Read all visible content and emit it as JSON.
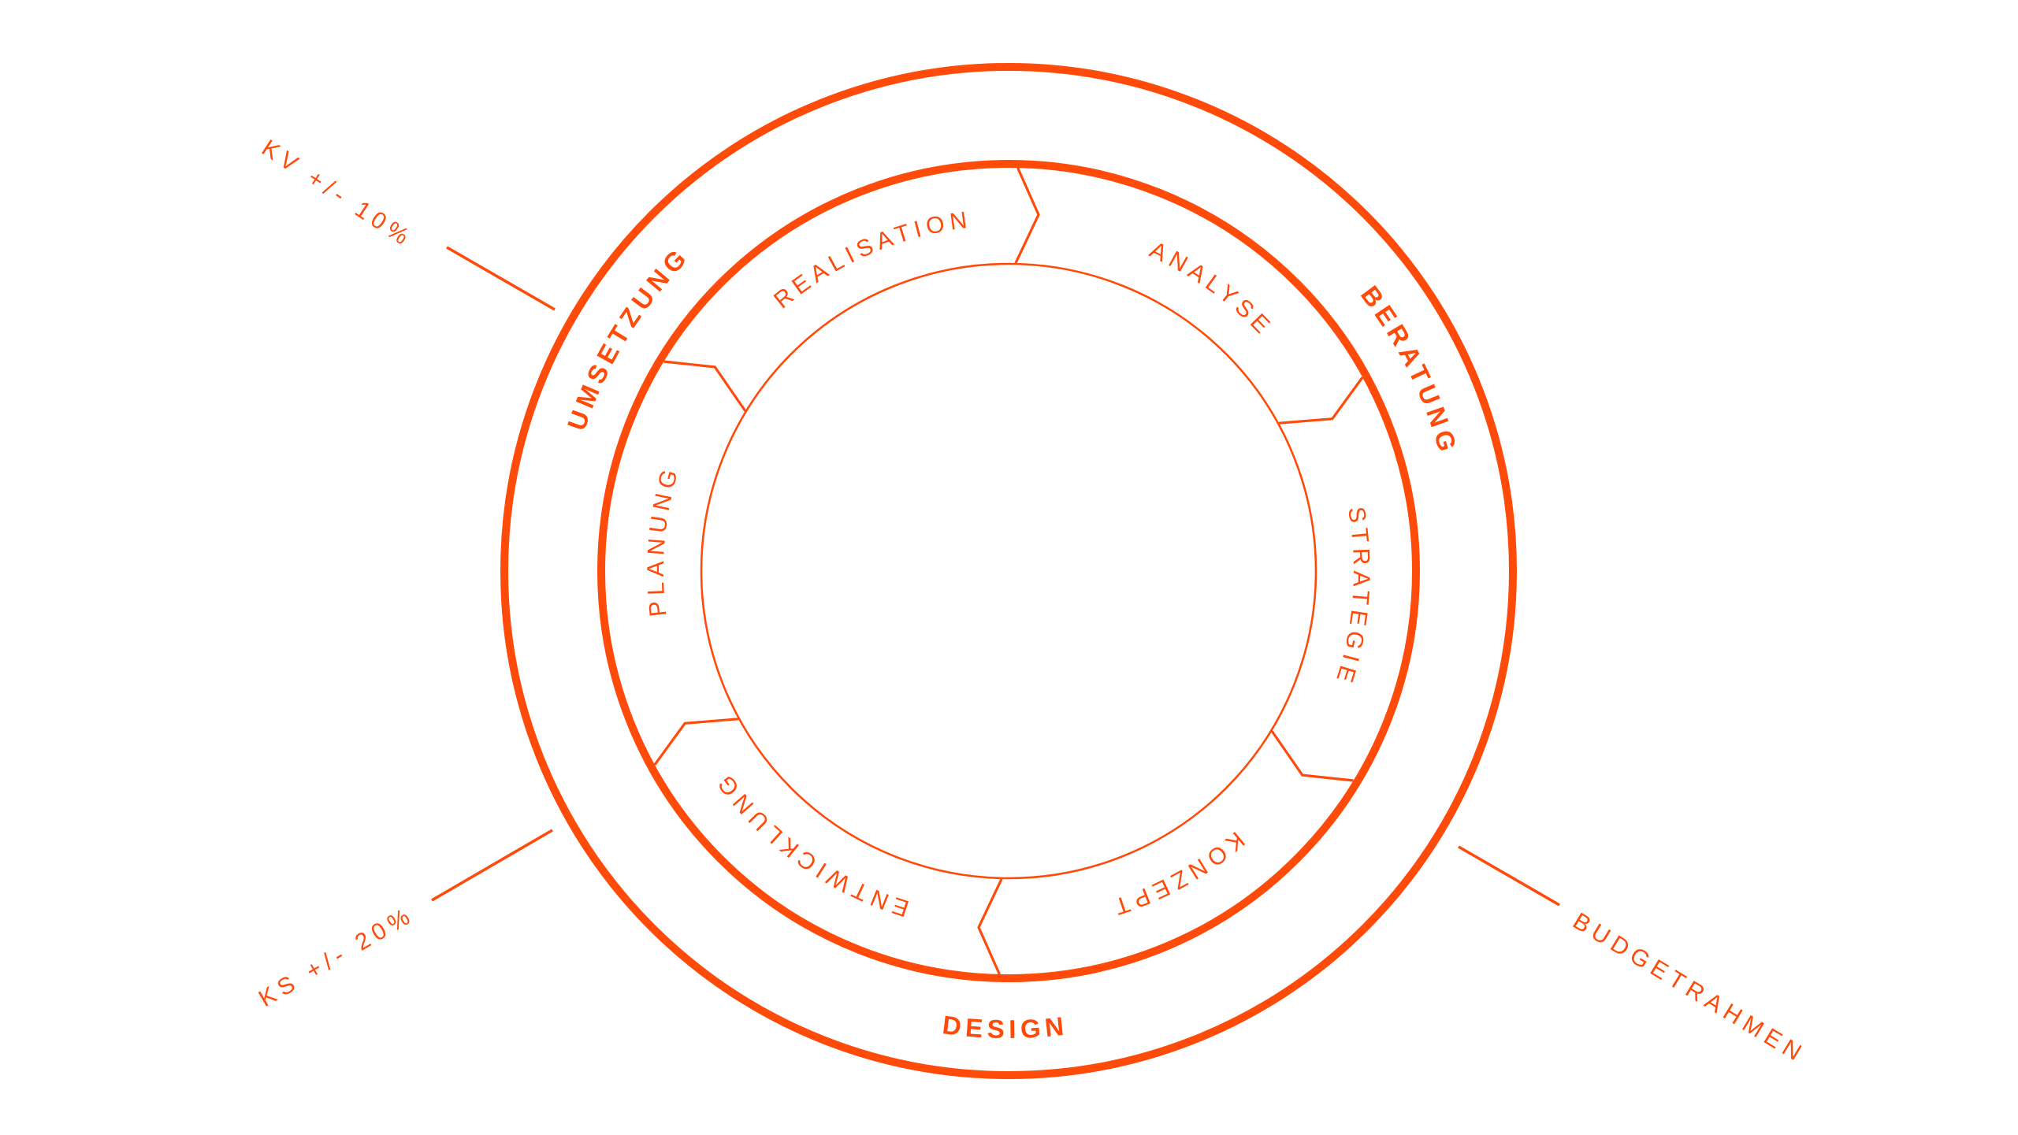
{
  "diagram": {
    "title": "Projektphasen-Kreislauf",
    "accent_color": "#FF4B0A",
    "background_color": "#FFFFFF",
    "phases": [
      {
        "id": "umsetzung",
        "label": "UMSETZUNG"
      },
      {
        "id": "beratung",
        "label": "BERATUNG"
      },
      {
        "id": "design",
        "label": "DESIGN"
      }
    ],
    "steps": [
      {
        "id": "realisation",
        "label": "REALISATION"
      },
      {
        "id": "analyse",
        "label": "ANALYSE"
      },
      {
        "id": "strategie",
        "label": "STRATEGIE"
      },
      {
        "id": "konzept",
        "label": "KONZEPT"
      },
      {
        "id": "entwicklung",
        "label": "ENTWICKLUNG"
      },
      {
        "id": "planung",
        "label": "PLANUNG"
      }
    ],
    "annotations": [
      {
        "id": "kv",
        "label": "KV +/- 10%"
      },
      {
        "id": "ks",
        "label": "KS +/- 20%"
      },
      {
        "id": "budget",
        "label": "BUDGETRAHMEN"
      }
    ]
  }
}
